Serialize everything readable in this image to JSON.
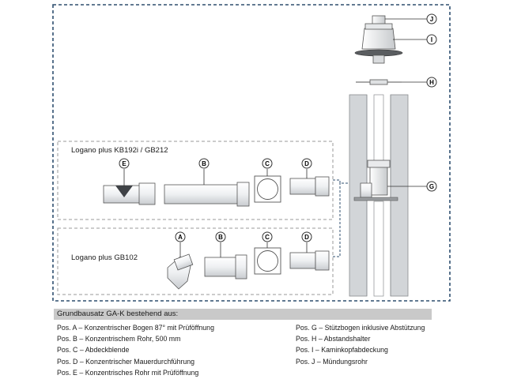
{
  "groups": [
    {
      "label": "Logano plus KB192i / GB212"
    },
    {
      "label": "Logano plus GB102"
    }
  ],
  "callouts": {
    "a": "A",
    "b": "B",
    "c": "C",
    "d": "D",
    "e": "E",
    "g": "G",
    "h": "H",
    "i": "I",
    "j": "J"
  },
  "legend": {
    "title": "Grundbausatz GA-K bestehend aus:",
    "left_items": [
      "Pos. A – Konzentrischer Bogen 87° mit Prüföffnung",
      "Pos. B – Konzentrischem Rohr, 500 mm",
      "Pos. C – Abdeckblende",
      "Pos. D – Konzentrischer Mauerdurchführung",
      "Pos. E – Konzentrisches Rohr mit Prüföffnung"
    ],
    "right_items": [
      "Pos. G – Stützbogen inklusive Abstützung",
      "Pos. H – Abstandshalter",
      "Pos. I – Kaminkopfabdeckung",
      "Pos. J – Mündungsrohr"
    ]
  }
}
